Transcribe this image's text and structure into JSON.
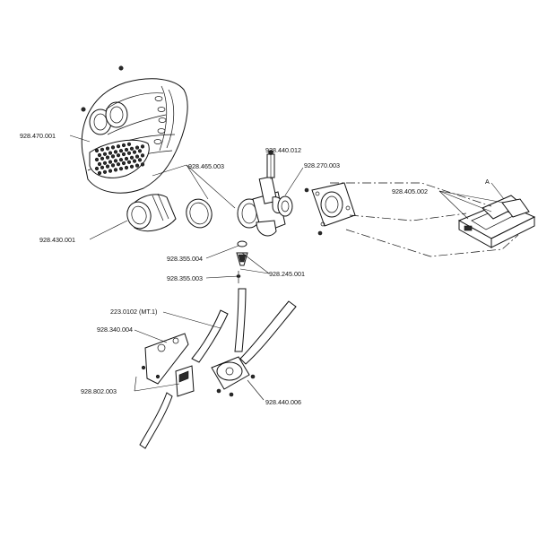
{
  "labels": {
    "p928_470_001": "928.470.001",
    "p928_465_003": "928.465.003",
    "p928_430_001": "928.430.001",
    "p928_440_012": "928.440.012",
    "p928_270_003": "928.270.003",
    "p928_405_002": "928.405.002",
    "callout_a": "A",
    "p928_355_004": "928.355.004",
    "p928_355_003": "928.355.003",
    "p928_245_001": "928.245.001",
    "p223_0102": "223.0102 (MT.1)",
    "p928_340_004": "928.340.004",
    "p928_802_003": "928.802.003",
    "p928_440_006": "928.440.006"
  }
}
